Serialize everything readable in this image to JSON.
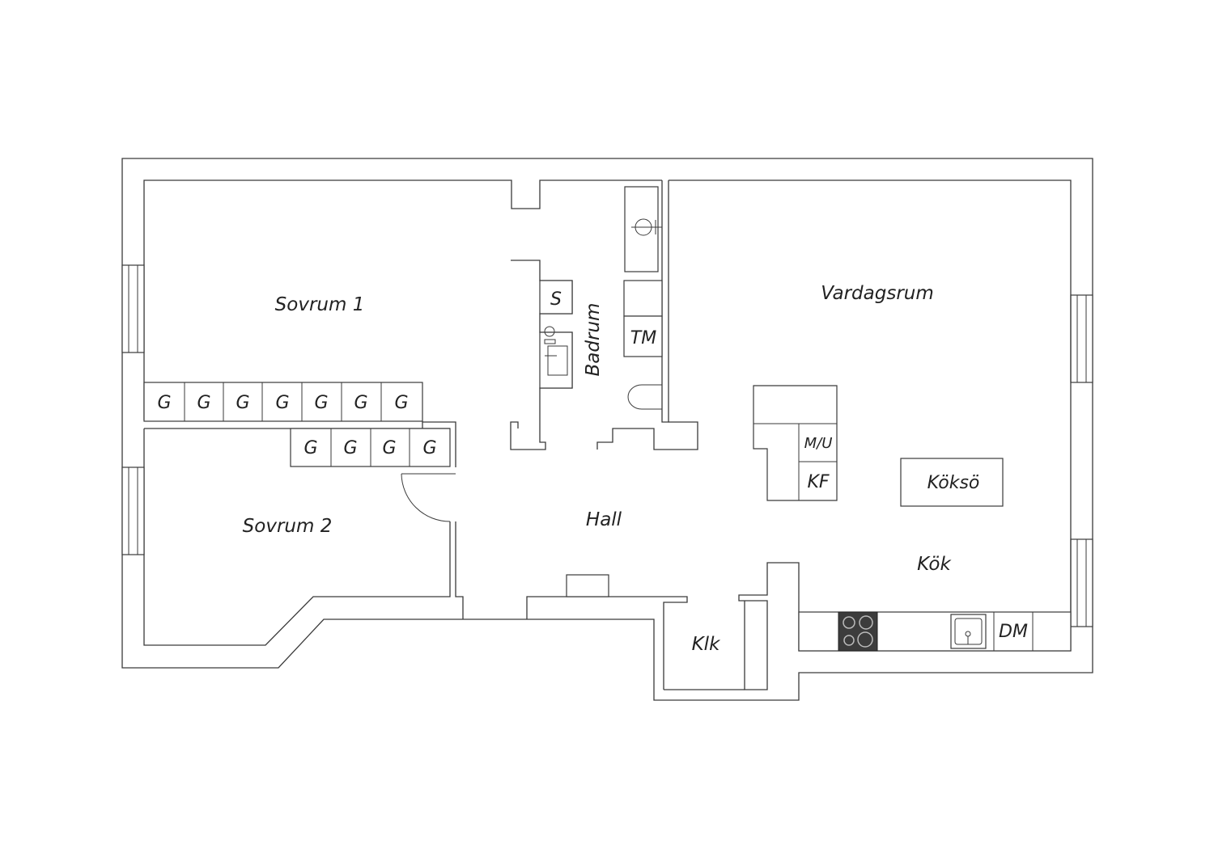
{
  "rooms": {
    "sovrum1": "Sovrum 1",
    "sovrum2": "Sovrum 2",
    "badrum": "Badrum",
    "vardagsrum": "Vardagsrum",
    "hall": "Hall",
    "kok": "Kök",
    "klk": "Klk"
  },
  "fixtures": {
    "wardrobe": "G",
    "shower": "S",
    "dryer": "TM",
    "microwave_oven": "M/U",
    "fridge_freezer": "KF",
    "kitchen_island": "Köksö",
    "dishwasher": "DM"
  },
  "colors": {
    "wall": "#3a3a3a",
    "stove": "#3c3c3c",
    "background": "#ffffff"
  }
}
